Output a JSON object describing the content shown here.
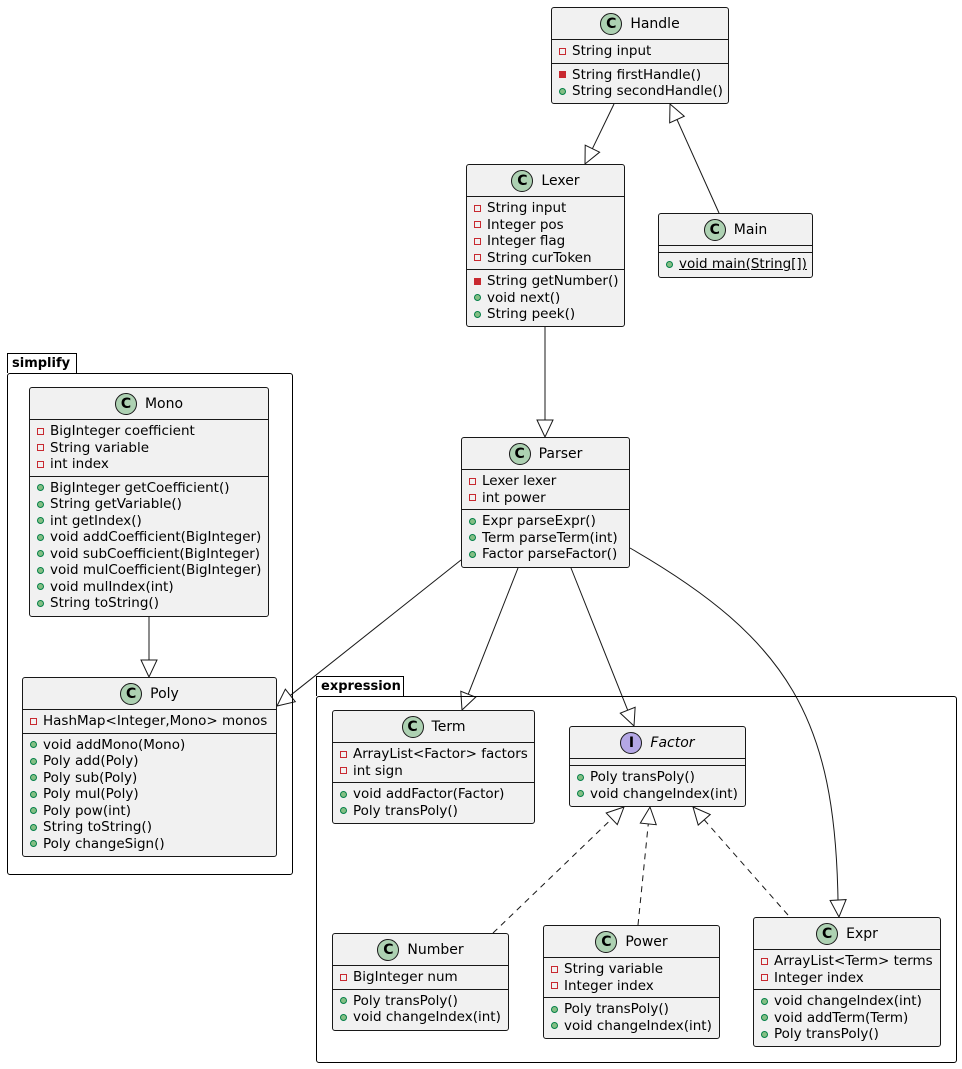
{
  "packages": {
    "simplify": {
      "name": "simplify"
    },
    "expression": {
      "name": "expression"
    }
  },
  "classes": {
    "handle": {
      "name": "Handle",
      "stereotype": "C",
      "fields": [
        {
          "vis": "private",
          "text": "String input"
        }
      ],
      "methods": [
        {
          "vis": "private",
          "text": "String firstHandle()"
        },
        {
          "vis": "public",
          "text": "String secondHandle()"
        }
      ]
    },
    "lexer": {
      "name": "Lexer",
      "stereotype": "C",
      "fields": [
        {
          "vis": "private",
          "text": "String input"
        },
        {
          "vis": "private",
          "text": "Integer pos"
        },
        {
          "vis": "private",
          "text": "Integer flag"
        },
        {
          "vis": "private",
          "text": "String curToken"
        }
      ],
      "methods": [
        {
          "vis": "private",
          "text": "String getNumber()"
        },
        {
          "vis": "public",
          "text": "void next()"
        },
        {
          "vis": "public",
          "text": "String peek()"
        }
      ]
    },
    "main": {
      "name": "Main",
      "stereotype": "C",
      "fields": [],
      "methods": [
        {
          "vis": "public",
          "text": "void main(String[])",
          "static": true
        }
      ]
    },
    "parser": {
      "name": "Parser",
      "stereotype": "C",
      "fields": [
        {
          "vis": "private",
          "text": "Lexer lexer"
        },
        {
          "vis": "private",
          "text": "int power"
        }
      ],
      "methods": [
        {
          "vis": "public",
          "text": "Expr parseExpr()"
        },
        {
          "vis": "public",
          "text": "Term parseTerm(int)"
        },
        {
          "vis": "public",
          "text": "Factor parseFactor()"
        }
      ]
    },
    "mono": {
      "name": "Mono",
      "stereotype": "C",
      "fields": [
        {
          "vis": "private",
          "text": "BigInteger coefficient"
        },
        {
          "vis": "private",
          "text": "String variable"
        },
        {
          "vis": "private",
          "text": "int index"
        }
      ],
      "methods": [
        {
          "vis": "public",
          "text": "BigInteger getCoefficient()"
        },
        {
          "vis": "public",
          "text": "String getVariable()"
        },
        {
          "vis": "public",
          "text": "int getIndex()"
        },
        {
          "vis": "public",
          "text": "void addCoefficient(BigInteger)"
        },
        {
          "vis": "public",
          "text": "void subCoefficient(BigInteger)"
        },
        {
          "vis": "public",
          "text": "void mulCoefficient(BigInteger)"
        },
        {
          "vis": "public",
          "text": "void mulIndex(int)"
        },
        {
          "vis": "public",
          "text": "String toString()"
        }
      ]
    },
    "poly": {
      "name": "Poly",
      "stereotype": "C",
      "fields": [
        {
          "vis": "private",
          "text": "HashMap<Integer,Mono> monos"
        }
      ],
      "methods": [
        {
          "vis": "public",
          "text": "void addMono(Mono)"
        },
        {
          "vis": "public",
          "text": "Poly add(Poly)"
        },
        {
          "vis": "public",
          "text": "Poly sub(Poly)"
        },
        {
          "vis": "public",
          "text": "Poly mul(Poly)"
        },
        {
          "vis": "public",
          "text": "Poly pow(int)"
        },
        {
          "vis": "public",
          "text": "String toString()"
        },
        {
          "vis": "public",
          "text": "Poly changeSign()"
        }
      ]
    },
    "term": {
      "name": "Term",
      "stereotype": "C",
      "fields": [
        {
          "vis": "private",
          "text": "ArrayList<Factor> factors"
        },
        {
          "vis": "private",
          "text": "int sign"
        }
      ],
      "methods": [
        {
          "vis": "public",
          "text": "void addFactor(Factor)"
        },
        {
          "vis": "public",
          "text": "Poly transPoly()"
        }
      ]
    },
    "factor": {
      "name": "Factor",
      "stereotype": "I",
      "interface": true,
      "fields": [],
      "methods": [
        {
          "vis": "public",
          "text": "Poly transPoly()"
        },
        {
          "vis": "public",
          "text": "void changeIndex(int)"
        }
      ]
    },
    "number": {
      "name": "Number",
      "stereotype": "C",
      "fields": [
        {
          "vis": "private",
          "text": "BigInteger num"
        }
      ],
      "methods": [
        {
          "vis": "public",
          "text": "Poly transPoly()"
        },
        {
          "vis": "public",
          "text": "void changeIndex(int)"
        }
      ]
    },
    "power": {
      "name": "Power",
      "stereotype": "C",
      "fields": [
        {
          "vis": "private",
          "text": "String variable"
        },
        {
          "vis": "private",
          "text": "Integer index"
        }
      ],
      "methods": [
        {
          "vis": "public",
          "text": "Poly transPoly()"
        },
        {
          "vis": "public",
          "text": "void changeIndex(int)"
        }
      ]
    },
    "expr": {
      "name": "Expr",
      "stereotype": "C",
      "fields": [
        {
          "vis": "private",
          "text": "ArrayList<Term> terms"
        },
        {
          "vis": "private",
          "text": "Integer index"
        }
      ],
      "methods": [
        {
          "vis": "public",
          "text": "void changeIndex(int)"
        },
        {
          "vis": "public",
          "text": "void addTerm(Term)"
        },
        {
          "vis": "public",
          "text": "Poly transPoly()"
        }
      ]
    }
  },
  "relations": [
    {
      "from": "Handle",
      "to": "Lexer",
      "kind": "extends"
    },
    {
      "from": "Main",
      "to": "Handle",
      "kind": "extends"
    },
    {
      "from": "Lexer",
      "to": "Parser",
      "kind": "extends"
    },
    {
      "from": "Mono",
      "to": "Poly",
      "kind": "extends"
    },
    {
      "from": "Parser",
      "to": "Poly",
      "kind": "extends"
    },
    {
      "from": "Parser",
      "to": "Term",
      "kind": "extends"
    },
    {
      "from": "Parser",
      "to": "Factor",
      "kind": "extends"
    },
    {
      "from": "Parser",
      "to": "Expr",
      "kind": "extends"
    },
    {
      "from": "Number",
      "to": "Factor",
      "kind": "implements"
    },
    {
      "from": "Power",
      "to": "Factor",
      "kind": "implements"
    },
    {
      "from": "Expr",
      "to": "Factor",
      "kind": "implements"
    }
  ]
}
